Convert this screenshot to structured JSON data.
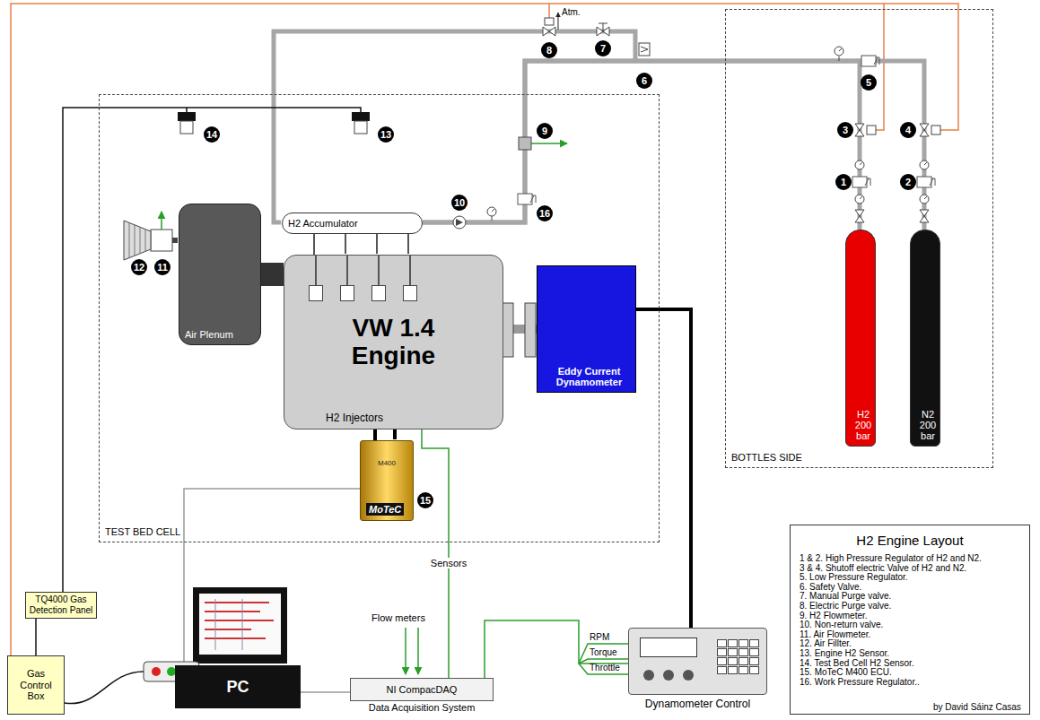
{
  "diagram": {
    "nodes": [
      {
        "text": [
          "TEST BED CELL"
        ]
      },
      {
        "text": [
          "H2 Accumulator"
        ],
        "in": 0
      },
      {
        "text": [
          "Air Plenum"
        ],
        "in": 0
      },
      {
        "text": [
          "H2 Injectors",
          "VW 1.4 Engine"
        ],
        "in": 0
      },
      {
        "text": [
          "Eddy Current Dynamometer"
        ],
        "in": 0
      },
      {
        "text": [
          "MoTeC",
          "M400"
        ],
        "in": 0
      },
      {
        "text": [
          "BOTTLES SIDE"
        ]
      },
      {
        "text": [
          "H2 200 bar"
        ],
        "in": 6
      },
      {
        "text": [
          "N2 200 bar"
        ],
        "in": 6
      },
      {
        "text": [
          "TQ4000 Gas Detection Panel"
        ]
      },
      {
        "text": [
          "Gas Control Box"
        ]
      },
      {
        "text": [
          "PC"
        ]
      },
      {
        "text": [
          "NI CompacDAQ",
          "Data Acquisition System"
        ]
      },
      {
        "text": [
          "Dynamometer Control"
        ]
      },
      {
        "text": [
          "H2 Engine Layout",
          "1 & 2. High Pressure Regulator of H2 and N2.",
          "3 & 4. Shutoff electric Valve of H2 and N2.",
          "5. Low Pressure Regulator.",
          "6. Safety Valve.",
          "7. Manual Purge valve.",
          "8. Electric Purge valve.",
          "9. H2 Flowmeter.",
          "10. Non-return valve.",
          "11. Air Flowmeter.",
          "12. Air Fillter.",
          "13. Engine H2 Sensor.",
          "14. Test Bed Cell H2 Sensor.",
          "15. MoTeC M400 ECU.",
          "16. Work Pressure Regulator.."
        ]
      }
    ],
    "edges": [
      {
        "from": 7,
        "to": 1,
        "arrow": "none"
      },
      {
        "from": 8,
        "to": 1,
        "arrow": "none"
      },
      {
        "from": 1,
        "to": 3,
        "arrow": "none"
      },
      {
        "from": 2,
        "to": 3,
        "arrow": "none"
      },
      {
        "from": 3,
        "to": 4,
        "arrow": "none"
      },
      {
        "from": 4,
        "to": 13,
        "arrow": "none"
      },
      {
        "from": 3,
        "to": 5,
        "arrow": "none"
      },
      {
        "from": 3,
        "to": 12,
        "label": "Sensors",
        "arrow": "none"
      },
      {
        "from": 13,
        "to": 12,
        "arrow": "none"
      },
      {
        "from": 12,
        "to": 11,
        "arrow": "none"
      },
      {
        "from": 5,
        "to": 11,
        "arrow": "none"
      },
      {
        "from": 10,
        "to": 9,
        "arrow": "none"
      }
    ],
    "labels": [
      "1",
      "2",
      "3",
      "4",
      "5",
      "6",
      "7",
      "8",
      "9",
      "10",
      "11",
      "12",
      "13",
      "14",
      "15",
      "16",
      "Atm.",
      "Flow meters",
      "RPM",
      "Torque",
      "Throttle",
      "by David Sáinz Casas"
    ]
  }
}
